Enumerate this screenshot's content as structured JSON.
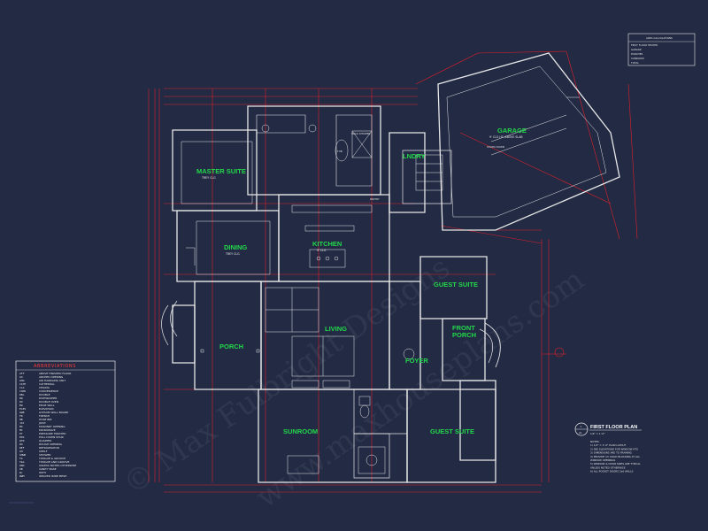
{
  "rooms": {
    "master_suite": "MASTER SUITE",
    "master_ceiling": "TREY CLG",
    "dining": "DINING",
    "dining_ceiling": "TREY CLG",
    "kitchen": "KITCHEN",
    "kitchen_ceiling": "9' CLG",
    "porch": "PORCH",
    "living": "LIVING",
    "sunroom": "SUNROOM",
    "laundry": "LNDRY",
    "garage": "GARAGE",
    "garage_note": "9' CLG HT. ABOVE SLAB",
    "guest_suite_1": "GUEST SUITE",
    "guest_suite_2": "GUEST SUITE",
    "front_porch_1": "FRONT",
    "front_porch_2": "PORCH",
    "foyer": "FOYER",
    "pantry": "PANTRY",
    "shower": "WALK SHOWER",
    "tub": "TUB",
    "stairs_note": "STAIRS DOWN"
  },
  "area_table": {
    "title": "AREA CALCULATIONS",
    "rows": [
      "FIRST FLOOR HEATED",
      "GARAGE",
      "PORCHES",
      "SUNROOM",
      "TOTAL"
    ]
  },
  "abbreviations": {
    "title": "ABBREVIATIONS",
    "items": [
      {
        "code": "AFF",
        "def": "ABOVE FINISHED FLOOR"
      },
      {
        "code": "AO",
        "def": "ARCHED OPENING"
      },
      {
        "code": "AHU",
        "def": "AIR HANDLING UNIT"
      },
      {
        "code": "CATH",
        "def": "CATHEDRAL"
      },
      {
        "code": "CLG",
        "def": "CEILING"
      },
      {
        "code": "CONV",
        "def": "CONVENIENCE"
      },
      {
        "code": "DBL",
        "def": "DOUBLE"
      },
      {
        "code": "DW",
        "def": "DISHWASHER"
      },
      {
        "code": "DO",
        "def": "DOUBLE OVEN"
      },
      {
        "code": "EW",
        "def": "EDGE WALL"
      },
      {
        "code": "ELEV",
        "def": "ELEVATION"
      },
      {
        "code": "GWB",
        "def": "GYPSUM WALL BOARD"
      },
      {
        "code": "FR",
        "def": "FRENCH"
      },
      {
        "code": "HB",
        "def": "HOSE BIB"
      },
      {
        "code": "JST",
        "def": "JOIST"
      },
      {
        "code": "MO",
        "def": "MASONRY OPENING"
      },
      {
        "code": "MC",
        "def": "MICROWAVE"
      },
      {
        "code": "PT",
        "def": "PRESSURE TREATED"
      },
      {
        "code": "PDS",
        "def": "PULL DOWN STAIR"
      },
      {
        "code": "QTR",
        "def": "QUARTER"
      },
      {
        "code": "RO",
        "def": "ROUGH OPENING"
      },
      {
        "code": "REF",
        "def": "REFRIGERATOR"
      },
      {
        "code": "SH",
        "def": "SHELF"
      },
      {
        "code": "SHWR",
        "def": "SHOWER"
      },
      {
        "code": "TG",
        "def": "TONGUE & GROOVE"
      },
      {
        "code": "T&G",
        "def": "TONGUE AND GROOVE"
      },
      {
        "code": "UNO",
        "def": "UNLESS NOTED OTHERWISE"
      },
      {
        "code": "VB",
        "def": "VANITY BASE"
      },
      {
        "code": "W/",
        "def": "WITH"
      },
      {
        "code": "WWM",
        "def": "WELDED WIRE MESH"
      }
    ]
  },
  "plan_title": {
    "title": "FIRST FLOOR PLAN",
    "scale": "1/4\" = 1'-0\"",
    "ref_top": "1",
    "ref_bottom": "A1",
    "notes": [
      "NOTES:",
      "1) 1/4\" = 1'-0\" PLAN LAYOUT",
      "2) SEE ELEVATIONS FOR WINDOW HTS",
      "3) DIMENSIONS ARE TO FRAMING",
      "4) PROVIDE (2) SOLID BLOCKING AT ALL",
      "   WINDOW OPENINGS",
      "5) WINDOW & DOOR SIZES ARE TYPICAL",
      "   UNLESS NOTED OTHERWISE",
      "6) ALL POCKET DOORS 2x6 WALLS"
    ]
  },
  "watermarks": [
    "© Max Fulbright Designs",
    "www.maxhouseplans.com"
  ],
  "colors": {
    "background": "#222a44",
    "walls": "#e8e8e8",
    "dimensions": "#e0202a",
    "room_labels": "#22d84a"
  }
}
